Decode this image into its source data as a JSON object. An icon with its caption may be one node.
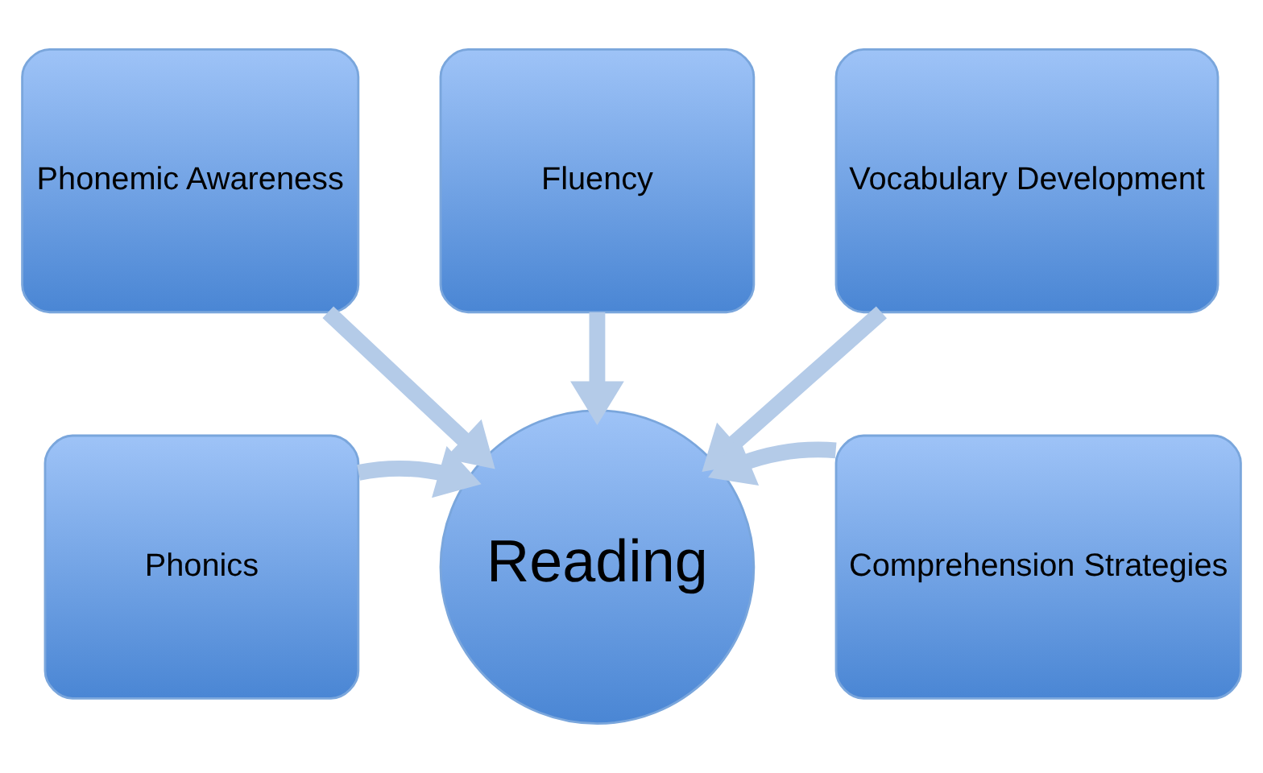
{
  "diagram": {
    "nodes": [
      {
        "text": [
          "Reading"
        ]
      },
      {
        "text": [
          "Phonemic Awareness"
        ]
      },
      {
        "text": [
          "Fluency"
        ]
      },
      {
        "text": [
          "Vocabulary Development"
        ]
      },
      {
        "text": [
          "Phonics"
        ]
      },
      {
        "text": [
          "Comprehension Strategies"
        ]
      }
    ],
    "edges": [
      {
        "from": 4,
        "to": 0,
        "arrow": "to"
      },
      {
        "from": 1,
        "to": 0,
        "arrow": "to"
      },
      {
        "from": 2,
        "to": 0,
        "arrow": "to"
      },
      {
        "from": 3,
        "to": 0,
        "arrow": "to"
      },
      {
        "from": 5,
        "to": 0,
        "arrow": "to"
      }
    ]
  }
}
